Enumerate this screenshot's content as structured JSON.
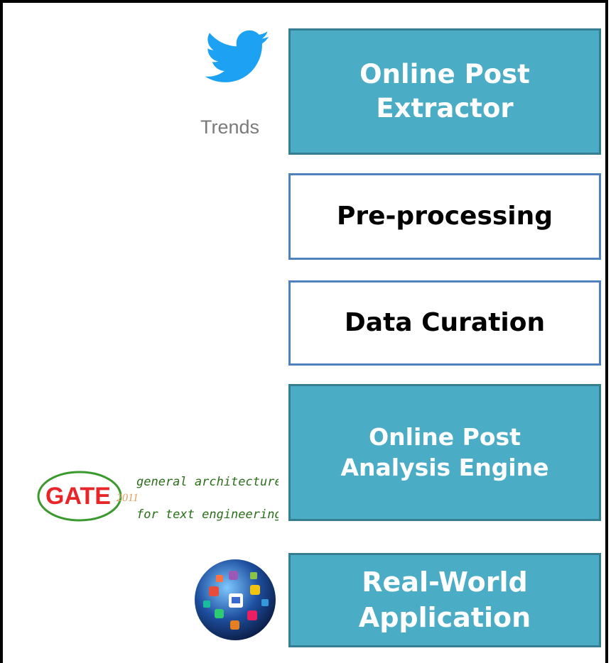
{
  "boxes": {
    "online_post_extractor": "Online Post\nExtractor",
    "preprocessing": "Pre-processing",
    "data_curation": "Data Curation",
    "analysis_engine": "Online Post\nAnalysis Engine",
    "real_world_application": "Real-World\nApplication"
  },
  "twitter": {
    "label": "Trends",
    "icon": "twitter-bird-icon"
  },
  "gate_logo": {
    "wordmark": "GATE",
    "year": "2011",
    "line1": "general architecture",
    "line2": "for text engineering"
  },
  "globe": {
    "icon": "globe-apps-icon"
  },
  "colors": {
    "teal": "#4bacc6",
    "teal_border": "#357d91",
    "white_border": "#4f81bd",
    "twitter_blue": "#1da1f2",
    "gate_red": "#e8262a",
    "gate_green": "#3a9a2e",
    "gate_text_green": "#2a6e1a"
  }
}
